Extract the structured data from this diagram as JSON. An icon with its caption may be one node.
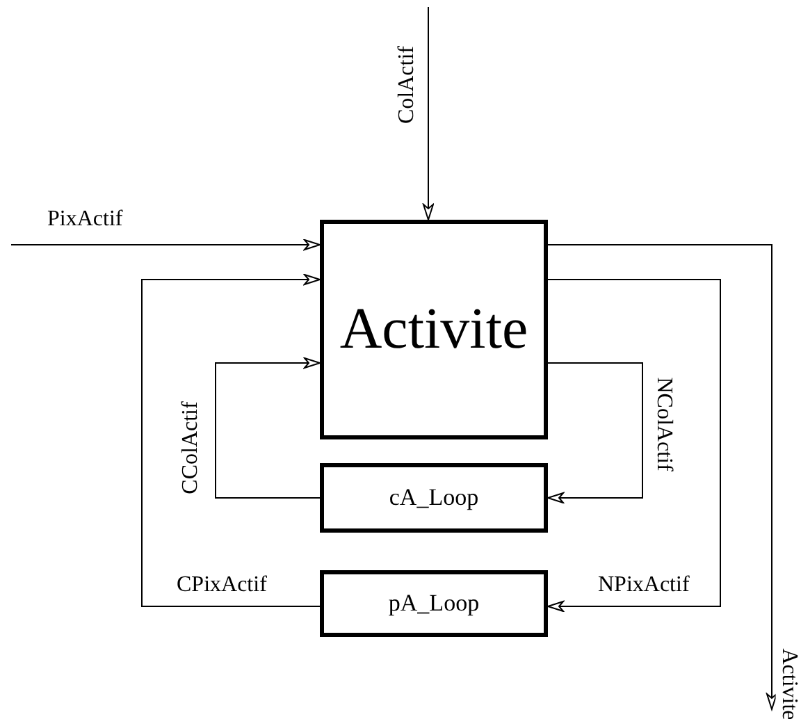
{
  "diagram": {
    "nodes": [
      {
        "text": [
          "Activite"
        ]
      },
      {
        "text": [
          "cA_Loop"
        ]
      },
      {
        "text": [
          "pA_Loop"
        ]
      }
    ],
    "edges": [
      {
        "from": null,
        "to": 0,
        "arrow": "to",
        "label": "ColActif"
      },
      {
        "from": null,
        "to": 0,
        "arrow": "to",
        "label": "PixActif"
      },
      {
        "from": 0,
        "to": null,
        "arrow": "to",
        "label": "Activite"
      },
      {
        "from": 2,
        "to": 0,
        "arrow": "to",
        "label": "CPixActif"
      },
      {
        "from": 0,
        "to": 2,
        "arrow": "to",
        "label": "NPixActif"
      },
      {
        "from": 1,
        "to": 0,
        "arrow": "to",
        "label": "CColActif"
      },
      {
        "from": 0,
        "to": 1,
        "arrow": "to",
        "label": "NColActif"
      }
    ]
  }
}
